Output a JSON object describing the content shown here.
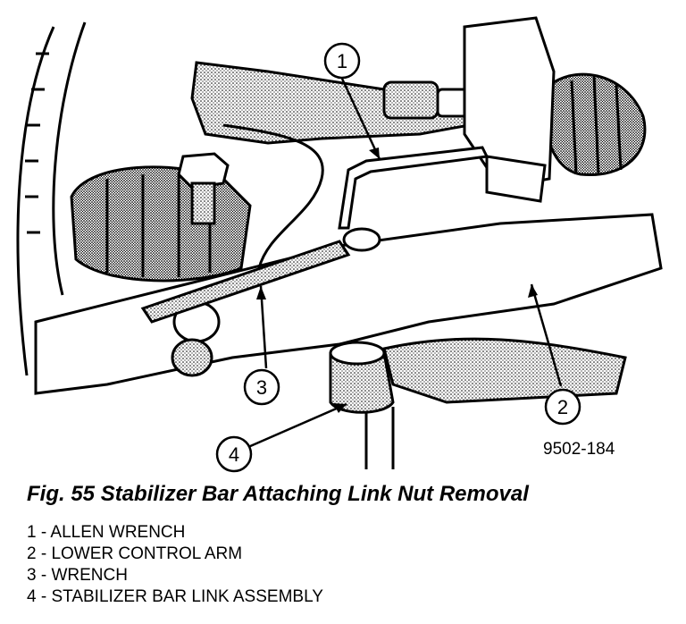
{
  "figure": {
    "callouts": [
      "1",
      "2",
      "3",
      "4"
    ],
    "figure_number": "9502-184"
  },
  "caption": "Fig. 55 Stabilizer Bar Attaching Link Nut Removal",
  "legend": [
    "1 - ALLEN WRENCH",
    "2 - LOWER CONTROL ARM",
    "3 - WRENCH",
    "4 - STABILIZER BAR LINK ASSEMBLY"
  ]
}
